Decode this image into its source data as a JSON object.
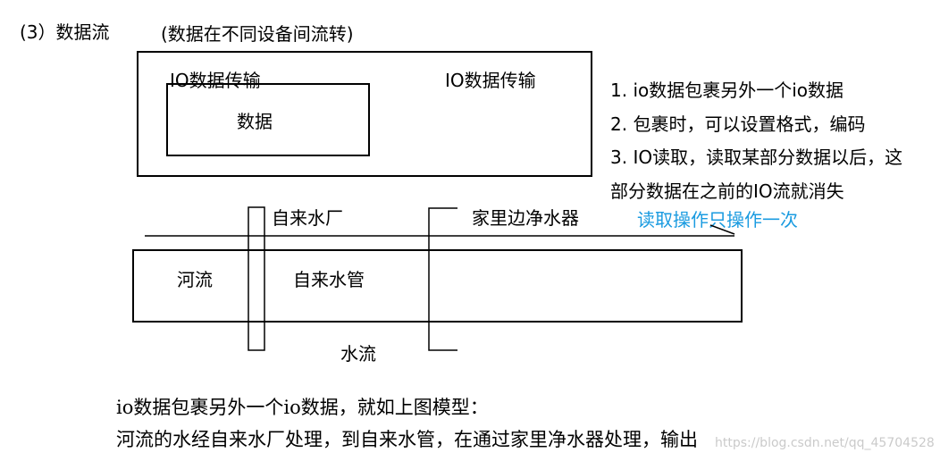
{
  "heading": "(3）数据流",
  "subheading": "(数据在不同设备间流转)",
  "outer_box": {
    "label_left": "IO数据传输",
    "label_right": "IO数据传输",
    "inner_label": "数据"
  },
  "notes": [
    "1. io数据包裹另外一个io数据",
    "2. 包裹时，可以设置格式，编码",
    "3. IO读取，读取某部分数据以后，这",
    "部分数据在之前的IO流就消失"
  ],
  "annotation": {
    "text": "读取操作只操作一次",
    "color": "#1a9be0"
  },
  "water_model": {
    "plant": "自来水厂",
    "purifier": "家里边净水器",
    "river": "河流",
    "pipe": "自来水管",
    "flow": "水流"
  },
  "caption": [
    "io数据包裹另外一个io数据，就如上图模型：",
    "河流的水经自来水厂处理，到自来水管，在通过家里净水器处理，输出"
  ],
  "watermark": "https://blog.csdn.net/qq_45704528"
}
